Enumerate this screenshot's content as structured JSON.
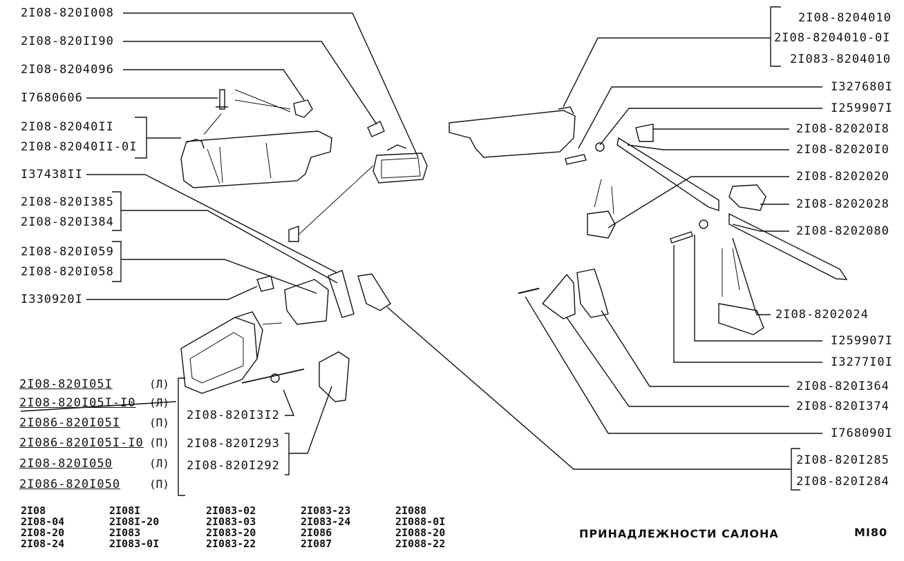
{
  "left_labels": {
    "l1": "2I08-820I008",
    "l2": "2I08-820II90",
    "l3": "2I08-8204096",
    "l4": "I7680606",
    "l5a": "2I08-82040II",
    "l5b": "2I08-82040II-0I",
    "l6": "I37438II",
    "l7a": "2I08-820I385",
    "l7b": "2I08-820I384",
    "l8a": "2I08-820I059",
    "l8b": "2I08-820I058",
    "l9": "I330920I"
  },
  "right_labels": {
    "r1a": "2I08-8204010",
    "r1b": "2I08-8204010-0I",
    "r1c": "2I083-8204010",
    "r2": "I327680I",
    "r3": "I259907I",
    "r4": "2I08-82020I8",
    "r5": "2I08-82020I0",
    "r6": "2I08-8202020",
    "r7": "2I08-8202028",
    "r8": "2I08-8202080",
    "r9": "2I08-8202024",
    "r10": "I259907I",
    "r11": "I3277I0I",
    "r12": "2I08-820I364",
    "r13": "2I08-820I374",
    "r14": "I768090I",
    "r15a": "2I08-820I285",
    "r15b": "2I08-820I284"
  },
  "mirror_labels": {
    "m1": "2I08-820I3I2",
    "m2a": "2I08-820I293",
    "m2b": "2I08-820I292"
  },
  "mirror_list": [
    {
      "code": "2I08-820I05I",
      "side": "(Л)"
    },
    {
      "code": "2I08-820I05I-I0",
      "side": "(Л)"
    },
    {
      "code": "2I086-820I05I",
      "side": "(П)"
    },
    {
      "code": "2I086-820I05I-I0",
      "side": "(П)"
    },
    {
      "code": "2I08-820I050",
      "side": "(Л)"
    },
    {
      "code": "2I086-820I050",
      "side": "(П)"
    }
  ],
  "models": {
    "c1": "2I08\n2I08-04\n2I08-20\n2I08-24",
    "c2": "2I08I\n2I08I-20\n2I083\n2I083-0I",
    "c3": "2I083-02\n2I083-03\n2I083-20\n2I083-22",
    "c4": "2I083-23\n2I083-24\n2I086\n2I087",
    "c5": "2I088\n2I088-0I\n2I088-20\n2I088-22"
  },
  "title": "ПРИНАДЛЕЖНОСТИ САЛОНА",
  "page_code": "MI80"
}
